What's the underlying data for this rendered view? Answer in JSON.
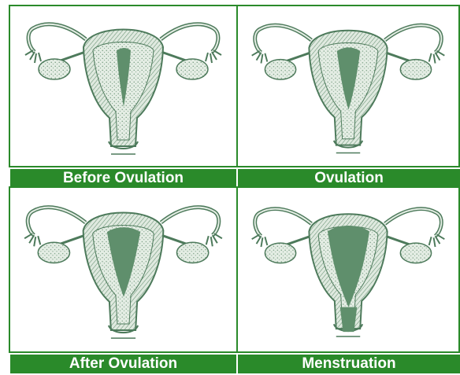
{
  "panels": [
    {
      "caption": "Before Ovulation",
      "illustration": "uterus-before-ovulation",
      "lining": "thin"
    },
    {
      "caption": "Ovulation",
      "illustration": "uterus-ovulation",
      "lining": "medium"
    },
    {
      "caption": "After Ovulation",
      "illustration": "uterus-after-ovulation",
      "lining": "thick"
    },
    {
      "caption": "Menstruation",
      "illustration": "uterus-menstruation",
      "lining": "shedding"
    }
  ],
  "colors": {
    "frame": "#2a8a2a",
    "caption_bg": "#2a8a2a",
    "caption_text": "#ffffff",
    "ink": "#4d7a5b",
    "tissue": "#dfe9df",
    "cavity": "#5f8f6c"
  }
}
